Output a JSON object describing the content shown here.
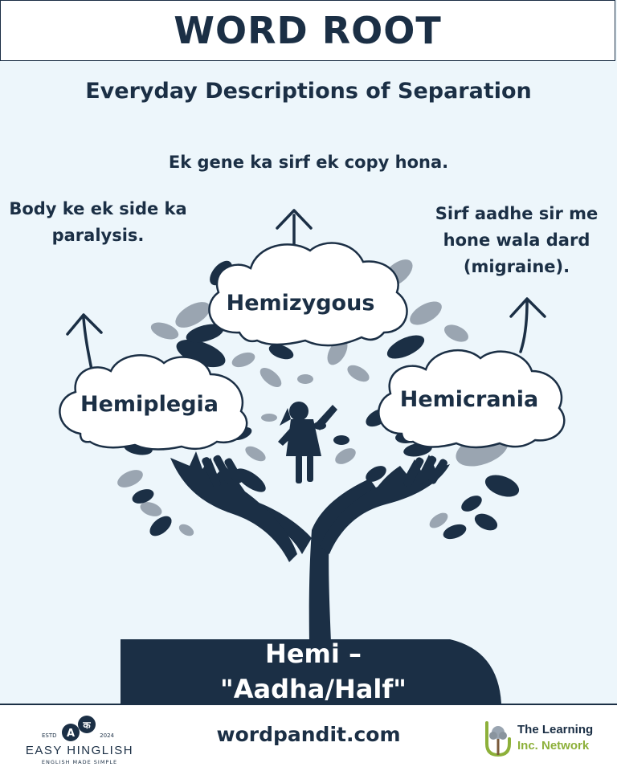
{
  "header": {
    "title": "WORD ROOT"
  },
  "subtitle": "Everyday Descriptions of Separation",
  "words": [
    {
      "word": "Hemizygous",
      "meaning": "Ek gene ka sirf ek copy hona."
    },
    {
      "word": "Hemiplegia",
      "meaning": "Body ke ek side ka paralysis."
    },
    {
      "word": "Hemicrania",
      "meaning": "Sirf aadhe sir me hone wala dard (migraine)."
    }
  ],
  "root": {
    "line1": "Hemi –",
    "line2": "\"Aadha/Half\""
  },
  "footer": {
    "website": "wordpandit.com",
    "left_logo": {
      "estd": "ESTD",
      "year": "2024",
      "name": "EASY HINGLISH",
      "tagline": "ENGLISH MADE SIMPLE",
      "badge_letters": [
        "A",
        "क"
      ]
    },
    "right_logo": {
      "line1": "The Learning",
      "line2": "Inc. Network"
    }
  },
  "colors": {
    "navy": "#1b2f45",
    "background": "#edf6fb",
    "leaf_gray": "#9aa5b1",
    "accent_green": "#8db03a"
  },
  "icons": [
    "arrow-up-icon",
    "cloud-icon",
    "tree-icon",
    "hands-icon",
    "child-icon",
    "leaf-icon",
    "tree-logo-icon"
  ]
}
